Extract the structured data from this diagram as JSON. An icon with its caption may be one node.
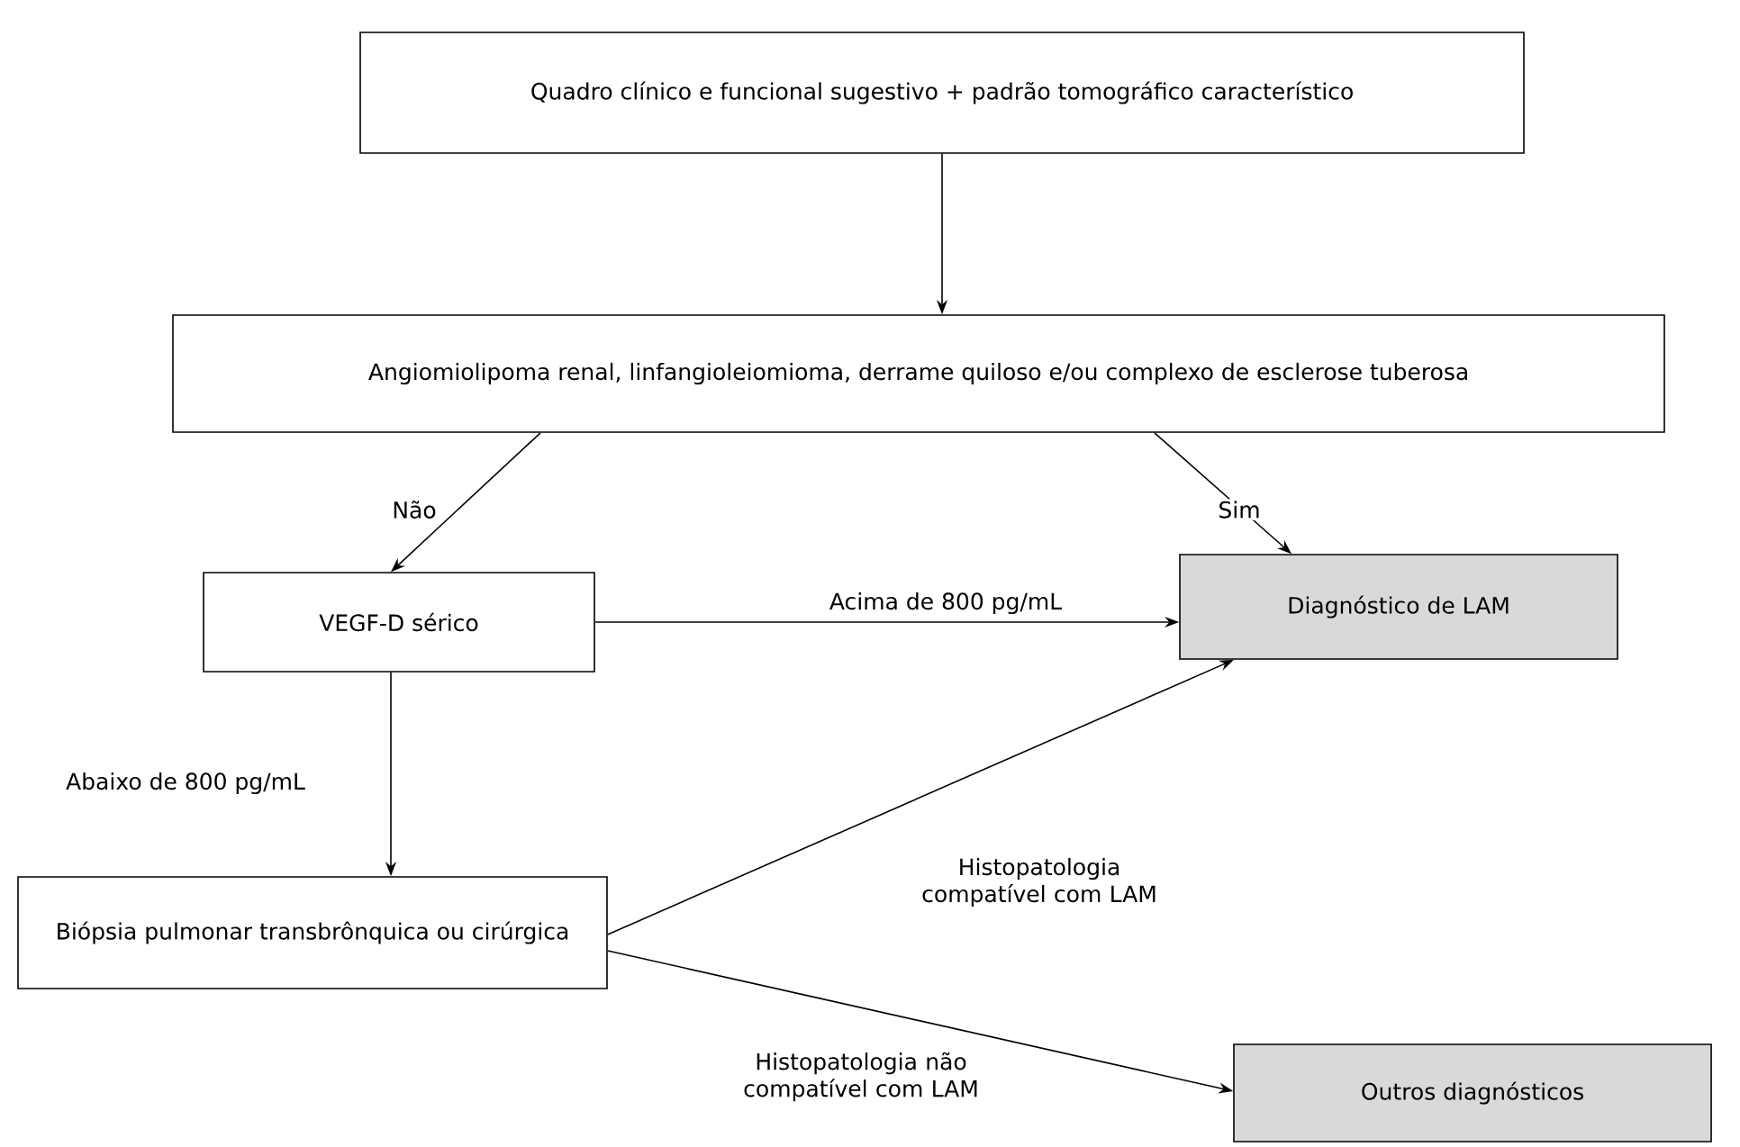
{
  "diagram": {
    "nodes": [
      {
        "text": [
          "Quadro clínico e funcional sugestivo + padrão tomográfico característico"
        ]
      },
      {
        "text": [
          "Angiomiolipoma renal, linfangioleiomioma, derrame quiloso e/ou complexo de esclerose tuberosa"
        ]
      },
      {
        "text": [
          "VEGF-D sérico"
        ]
      },
      {
        "text": [
          "Diagnóstico de LAM"
        ]
      },
      {
        "text": [
          "Biópsia pulmonar transbrônquica ou cirúrgica"
        ]
      },
      {
        "text": [
          "Outros diagnósticos"
        ]
      }
    ],
    "edges": [
      {
        "from": 0,
        "to": 1,
        "arrow": "to"
      },
      {
        "from": 1,
        "to": 2,
        "arrow": "to",
        "label": "Não"
      },
      {
        "from": 1,
        "to": 3,
        "arrow": "to",
        "label": "Sim"
      },
      {
        "from": 2,
        "to": 3,
        "arrow": "to",
        "label": "Acima de 800 pg/mL"
      },
      {
        "from": 2,
        "to": 4,
        "arrow": "to",
        "label": "Abaixo de 800 pg/mL"
      },
      {
        "from": 4,
        "to": 3,
        "arrow": "to",
        "label": "Histopatologia compatível com LAM"
      },
      {
        "from": 4,
        "to": 5,
        "arrow": "to",
        "label": "Histopatologia não compatível com LAM"
      }
    ]
  }
}
